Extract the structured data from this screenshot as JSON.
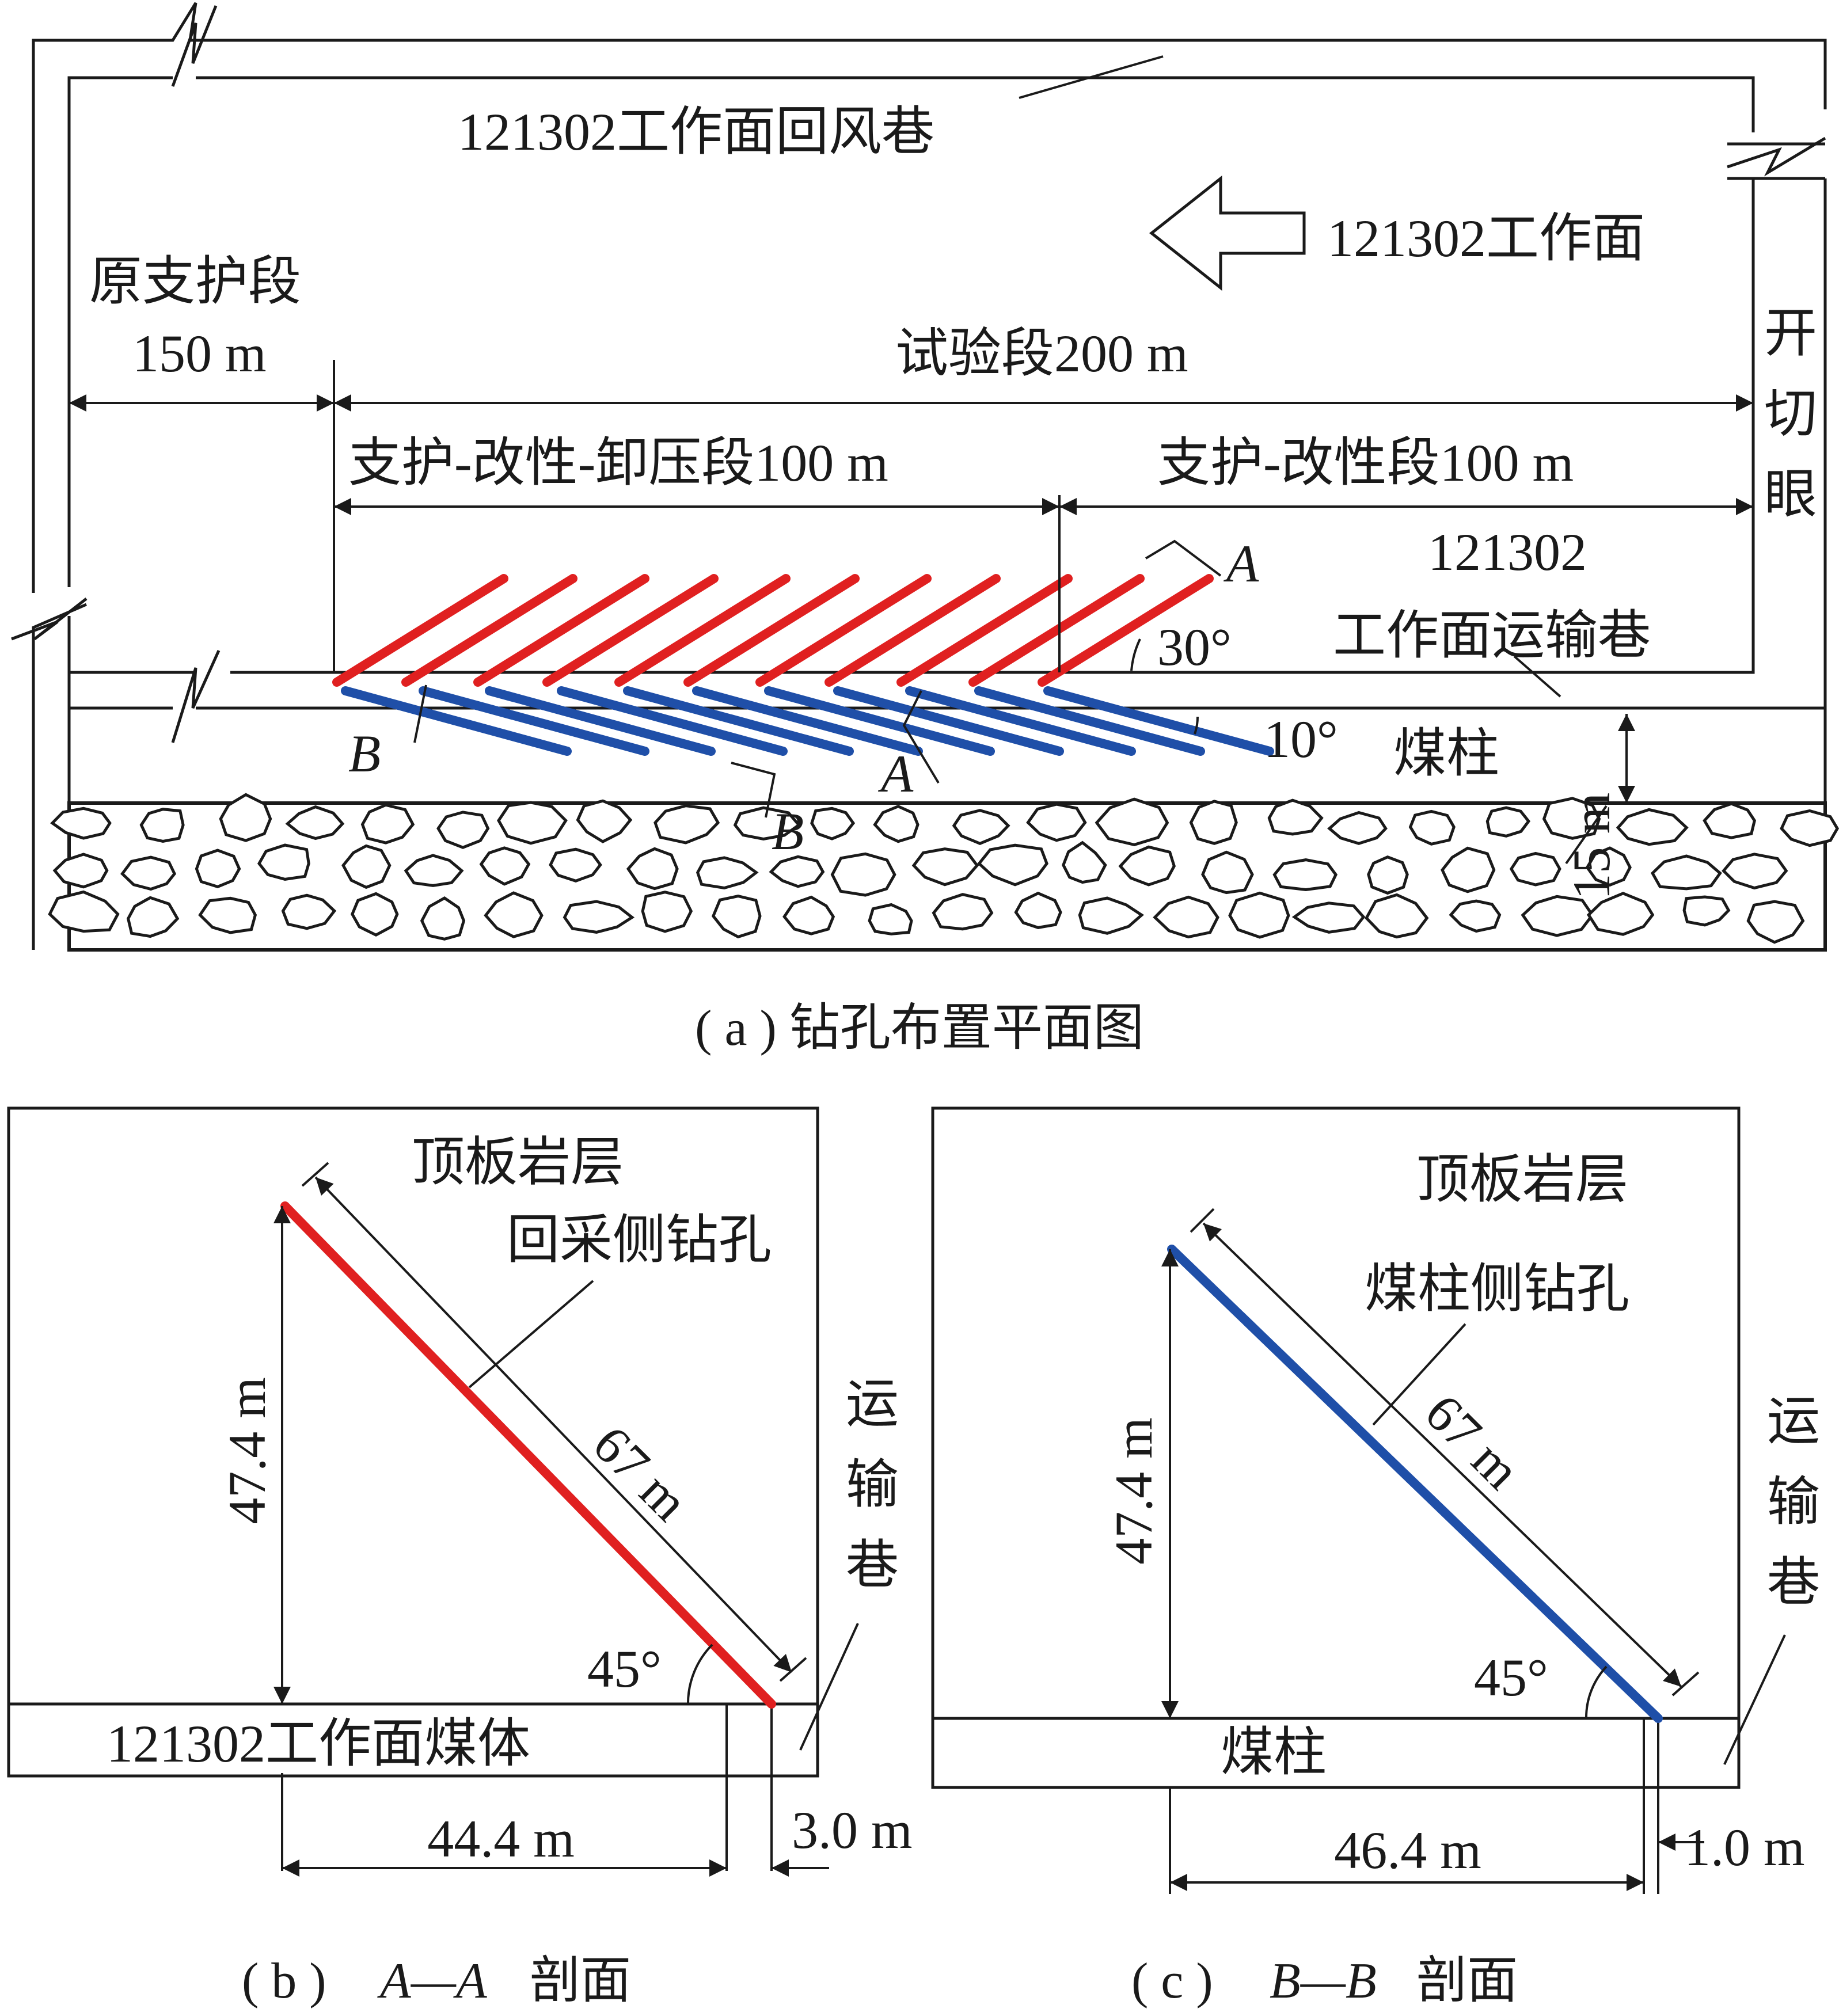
{
  "colors": {
    "mining_side_hole": "#e02020",
    "pillar_side_hole": "#1f4fa8",
    "line": "#1a1a1a"
  },
  "plan": {
    "return_airway": "121302工作面回风巷",
    "face": "121302工作面",
    "open_cut": "开切眼",
    "original_support": "原支护段",
    "original_support_len": "150 m",
    "test_section": "试验段200 m",
    "support_mod_relief": "支护-改性-卸压段100 m",
    "support_mod": "支护-改性段100 m",
    "haulage_way_1": "121302",
    "haulage_way_2": "工作面运输巷",
    "angle_red": "30°",
    "angle_blue": "10°",
    "coal_pillar": "煤柱",
    "pillar_width": "15 m",
    "sec_A": "A",
    "sec_B": "B",
    "caption": "( a ) 钻孔布置平面图"
  },
  "sectionA": {
    "roof": "顶板岩层",
    "hole": "回采侧钻孔",
    "length": "67 m",
    "height": "47.4 m",
    "angle": "45°",
    "roadway": [
      "运",
      "输",
      "巷"
    ],
    "coal": "121302工作面煤体",
    "horiz": "44.4 m",
    "offset": "3.0 m",
    "caption_prefix": "( b )",
    "caption_sec": "A—A",
    "caption_suffix": "剖面"
  },
  "sectionB": {
    "roof": "顶板岩层",
    "hole": "煤柱侧钻孔",
    "length": "67 m",
    "height": "47.4 m",
    "angle": "45°",
    "roadway": [
      "运",
      "输",
      "巷"
    ],
    "coal": "煤柱",
    "horiz": "46.4 m",
    "offset": "1.0 m",
    "caption_prefix": "( c )",
    "caption_sec": "B—B",
    "caption_suffix": "剖面"
  }
}
